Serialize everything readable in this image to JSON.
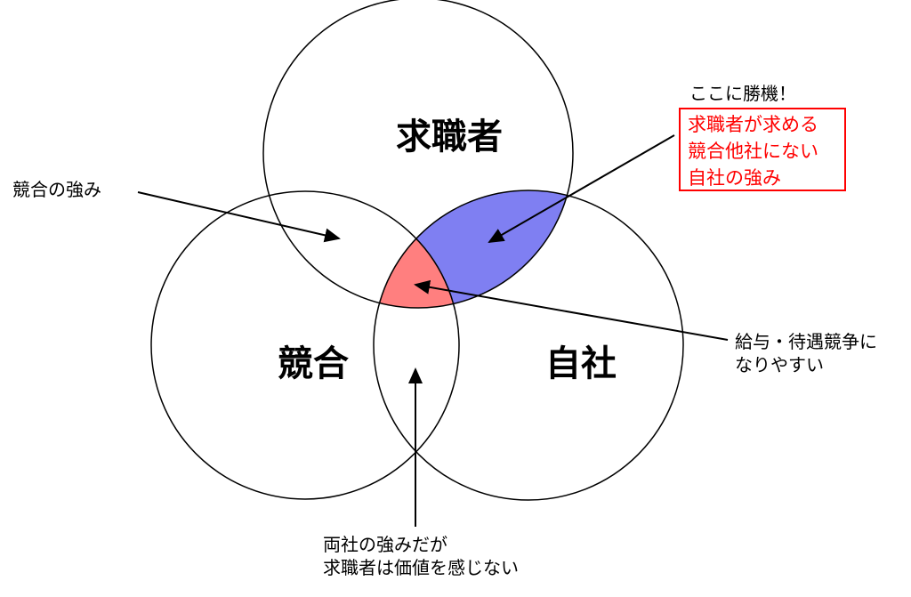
{
  "circles": {
    "top": "求職者",
    "left": "競合",
    "right": "自社"
  },
  "annotations": {
    "competitor_strength": "競合の強み",
    "win_title": "ここに勝機！",
    "win_box": [
      "求職者が求める",
      "競合他社にない",
      "自社の強み"
    ],
    "salary": [
      "給与・待遇競争に",
      "なりやすい"
    ],
    "both": [
      "両社の強みだが",
      "求職者は価値を感じない"
    ]
  },
  "colors": {
    "blue_region": "#7f7ff2",
    "red_region": "#ff7f7f",
    "highlight": "#ff0000"
  }
}
